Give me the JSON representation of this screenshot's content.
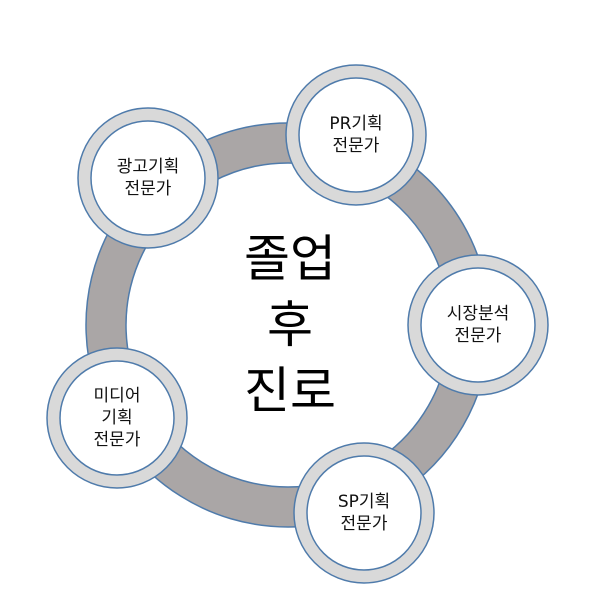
{
  "center_title": "졸업\n후\n진로",
  "nodes": [
    {
      "label": "PR기획\n전문가"
    },
    {
      "label": "시장분석\n전문가"
    },
    {
      "label": "SP기획\n전문가"
    },
    {
      "label": "미디어\n기획\n전문가"
    },
    {
      "label": "광고기획\n전문가"
    }
  ],
  "colors": {
    "ring": "#aaa6a6",
    "node_outer": "#d9d9d9",
    "border": "#4f7bab"
  }
}
